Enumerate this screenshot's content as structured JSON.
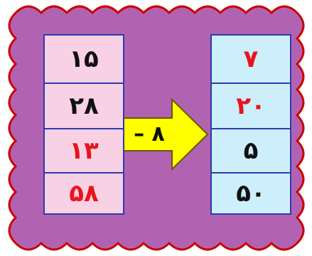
{
  "colors": {
    "frame_fill": "#b163b1",
    "frame_stroke": "#cc0000",
    "left_cell_fill": "#f9d1e5",
    "right_cell_fill": "#cdeefb",
    "arrow_fill": "#ffff00",
    "arrow_stroke": "#6a5800",
    "column_border": "#2b3cae",
    "black_text": "#111111",
    "red_text": "#e8141b"
  },
  "left_column": [
    {
      "value": "۱۵",
      "color": "#111111"
    },
    {
      "value": "۲۸",
      "color": "#111111"
    },
    {
      "value": "۱۳",
      "color": "#e8141b"
    },
    {
      "value": "۵۸",
      "color": "#e8141b"
    }
  ],
  "operation": {
    "label": "– ۸"
  },
  "right_column": [
    {
      "value": "۷",
      "color": "#e8141b"
    },
    {
      "value": "۲۰",
      "color": "#e8141b"
    },
    {
      "value": "۵",
      "color": "#111111"
    },
    {
      "value": "۵۰",
      "color": "#111111"
    }
  ]
}
